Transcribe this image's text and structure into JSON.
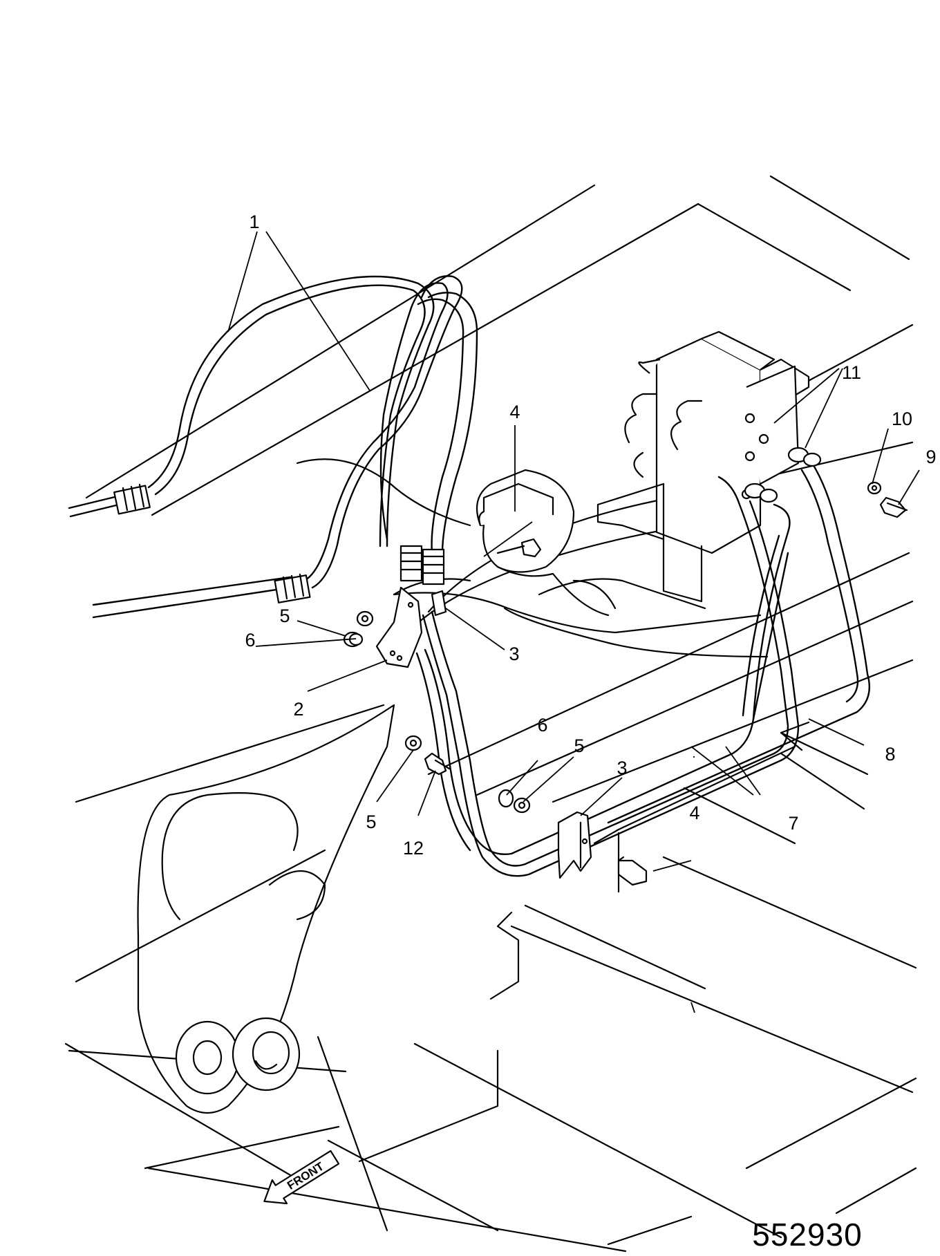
{
  "drawing": {
    "figure_number": "552930",
    "direction_label": "FRONT",
    "callouts": {
      "c1": "1",
      "c2": "2",
      "c3a": "3",
      "c3b": "3",
      "c4a": "4",
      "c4b": "4",
      "c5a": "5",
      "c5b": "5",
      "c5c": "5",
      "c6a": "6",
      "c6b": "6",
      "c7": "7",
      "c8": "8",
      "c9": "9",
      "c10": "10",
      "c11": "11",
      "c12": "12"
    }
  }
}
